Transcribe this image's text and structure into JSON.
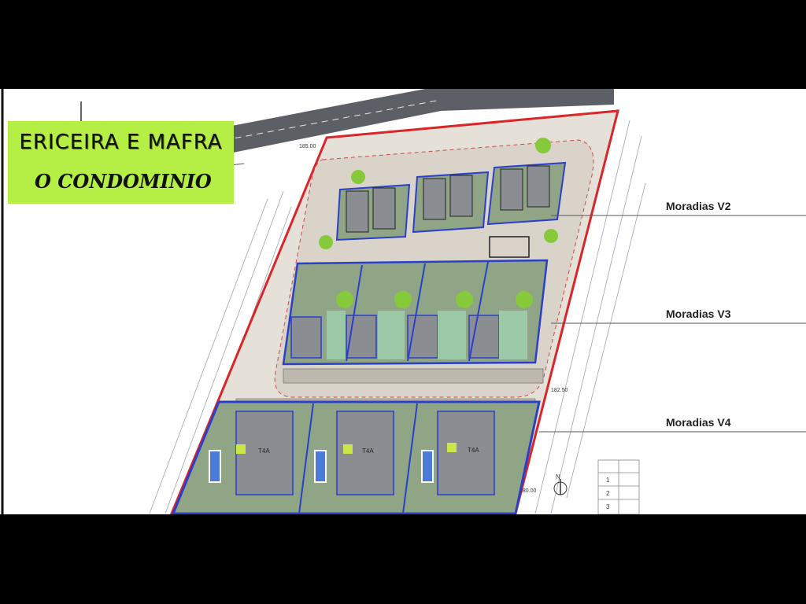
{
  "banner": {
    "line1": "ERICEIRA E MAFRA",
    "line2": "O CONDOMINIO",
    "background": "#b5ef46"
  },
  "labels": {
    "v2": "Moradias V2",
    "v3": "Moradias V3",
    "v4": "Moradias V4"
  },
  "plan_text": {
    "north": "N",
    "unit_t4a": "T4A",
    "level_a": "185.00",
    "level_b": "182.50",
    "level_c": "180.00",
    "table_rows": [
      "1",
      "2",
      "3"
    ]
  },
  "colors": {
    "plot_boundary": "#d9262b",
    "house_outline": "#2c3fc9",
    "house_fill": "#8a8d91",
    "garden": "#8fa585",
    "road": "#5c6066",
    "paving": "#d8d1c8",
    "tree": "#86c93b"
  }
}
